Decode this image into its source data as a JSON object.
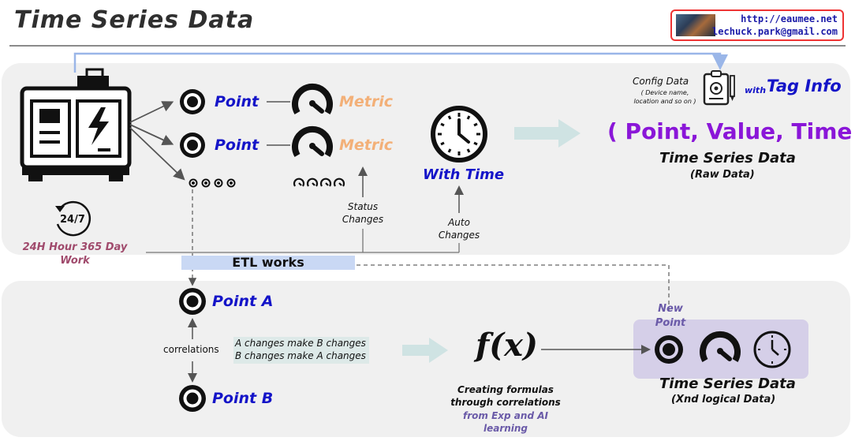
{
  "title": "Time Series Data",
  "contact": {
    "url": "http://eaumee.net",
    "email": "lechuck.park@gmail.com"
  },
  "top": {
    "points": [
      {
        "point_label": "Point",
        "metric_label": "Metric"
      },
      {
        "point_label": "Point",
        "metric_label": "Metric"
      }
    ],
    "status_changes": "Status\nChanges",
    "with_time": "With Time",
    "auto_changes": "Auto\nChanges",
    "always_on_badge": "24/7",
    "always_on_label": "24H Hour 365 Day\nWork",
    "config_label": "Config Data",
    "config_sub": "( Device name,\nlocation and so on )",
    "with_label": "with",
    "tag_info": "Tag Info",
    "tuple": "( Point, Value, Time )",
    "ts_title": "Time Series Data",
    "ts_sub": "(Raw Data)"
  },
  "etl_label": "ETL works",
  "bottom": {
    "point_a": "Point A",
    "point_b": "Point B",
    "correlations": "correlations",
    "corr_line1": "A changes make B changes",
    "corr_line2": "B changes make A changes",
    "fx_symbol": "f(x)",
    "formula_label": "Creating formulas\nthrough correlations",
    "formula_sub": "from Exp and AI\nlearning",
    "new_point": "New\nPoint",
    "ts_title": "Time Series Data",
    "ts_sub": "(Xnd logical Data)"
  },
  "colors": {
    "point_blue": "#1414c8",
    "metric_orange": "#f3b078",
    "tuple_purple": "#8a16d8",
    "note_purple": "#6a5aa8",
    "panel_gray": "#f0f0f0",
    "etl_blue": "#c9d8f4",
    "arrow_teal": "#cfe3e3",
    "new_point_box": "#d5cfe8",
    "contact_red": "#e33333"
  },
  "icons": [
    "generator-icon",
    "point-icon",
    "gauge-icon",
    "clock-icon",
    "clipboard-gear-icon",
    "pen-icon",
    "24-7-icon",
    "function-icon",
    "arrow-right-icon"
  ]
}
